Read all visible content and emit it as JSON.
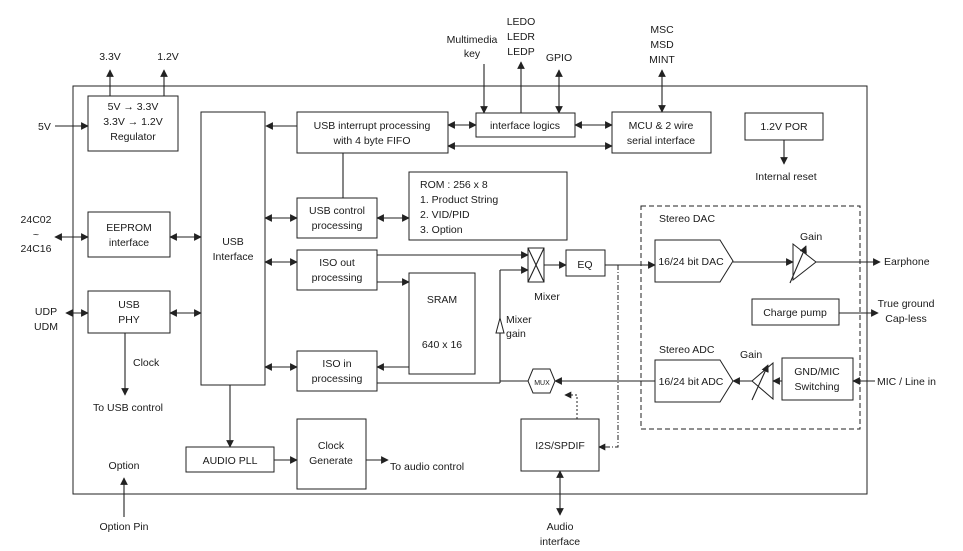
{
  "external": {
    "v33": "3.3V",
    "v12": "1.2V",
    "v5": "5V",
    "multimedia_key": [
      "Multimedia",
      "key"
    ],
    "led": [
      "LEDO",
      "LEDR",
      "LEDP"
    ],
    "gpio": "GPIO",
    "msc": [
      "MSC",
      "MSD",
      "MINT"
    ],
    "eeprom_sizes": [
      "24C02",
      "~",
      "24C16"
    ],
    "udp_udm": [
      "UDP",
      "UDM"
    ],
    "clock": "Clock",
    "to_usb_control": "To USB  control",
    "option": "Option",
    "option_pin": "Option Pin",
    "internal_reset": "Internal reset",
    "earphone": "Earphone",
    "true_ground": [
      "True ground",
      "Cap-less"
    ],
    "mic_line_in": "MIC / Line in",
    "audio_interface": [
      "Audio",
      "interface"
    ],
    "to_audio_control": "To audio control"
  },
  "blocks": {
    "regulator": [
      "5V → 3.3V",
      "3.3V → 1.2V",
      "Regulator"
    ],
    "usb_interface": [
      "USB",
      "Interface"
    ],
    "eeprom": [
      "EEPROM",
      "interface"
    ],
    "usb_phy": [
      "USB",
      "PHY"
    ],
    "usb_irq": [
      "USB interrupt processing",
      "with 4 byte FIFO"
    ],
    "interface_logics": "interface logics",
    "mcu": [
      "MCU & 2 wire",
      "serial interface"
    ],
    "por": "1.2V POR",
    "usb_control": [
      "USB control",
      "processing"
    ],
    "rom": [
      "ROM : 256 x 8",
      "1. Product String",
      "2. VID/PID",
      "3. Option"
    ],
    "iso_out": [
      "ISO out",
      "processing"
    ],
    "iso_in": [
      "ISO in",
      "processing"
    ],
    "sram": [
      "SRAM",
      "640 x 16"
    ],
    "mixer": "Mixer",
    "mixer_gain": [
      "Mixer",
      "gain"
    ],
    "eq": "EQ",
    "mux": "MUX",
    "i2s": "I2S/SPDIF",
    "audio_pll": "AUDIO PLL",
    "clock_gen": [
      "Clock",
      "Generate"
    ],
    "stereo_dac": "Stereo DAC",
    "dac": "16/24 bit DAC",
    "dac_gain": "Gain",
    "charge_pump": "Charge pump",
    "stereo_adc": "Stereo ADC",
    "adc": "16/24 bit ADC",
    "adc_gain": "Gain",
    "gnd_mic": [
      "GND/MIC",
      "Switching"
    ]
  }
}
